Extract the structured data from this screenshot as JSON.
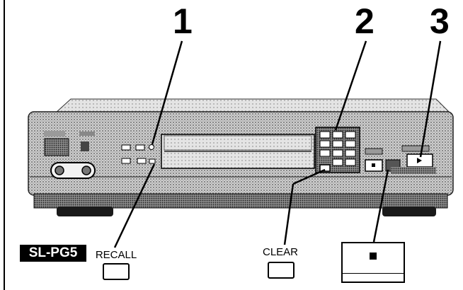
{
  "callouts": {
    "step1": "1",
    "step2": "2",
    "step3": "3"
  },
  "model": "SL-PG5",
  "buttons": {
    "recall_label": "RECALL",
    "clear_label": "CLEAR"
  },
  "icons": {
    "stop": "stop-icon"
  }
}
